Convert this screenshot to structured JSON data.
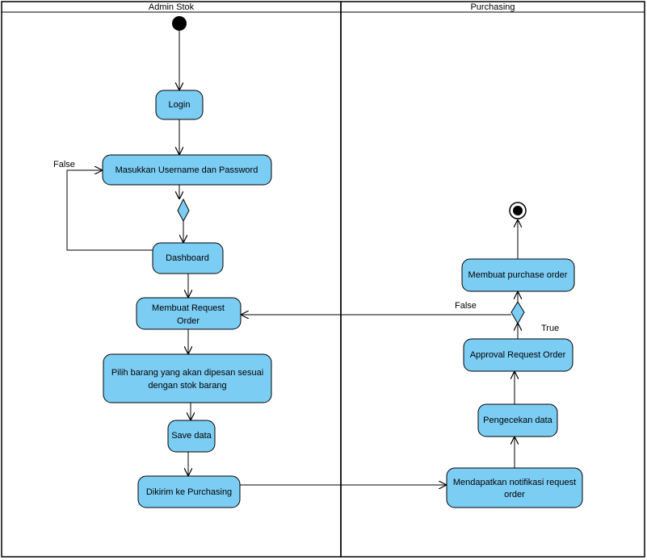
{
  "lanes": [
    {
      "title": "Admin Stok"
    },
    {
      "title": "Purchasing"
    }
  ],
  "nodes": {
    "login": "Login",
    "masukkan": "Masukkan Username dan Password",
    "dashboard": "Dashboard",
    "membuat_request": [
      "Membuat Request",
      "Order"
    ],
    "pilih_barang": [
      "Pilih barang yang akan dipesan sesuai",
      "dengan stok barang"
    ],
    "save_data": "Save data",
    "dikirim": "Dikirim ke Purchasing",
    "mendapatkan": [
      "Mendapatkan notifikasi request",
      "order"
    ],
    "pengecekan": "Pengecekan data",
    "approval": "Approval Request Order",
    "membuat_po": "Membuat purchase order"
  },
  "guards": {
    "left_false": "False",
    "right_false": "False",
    "right_true": "True"
  },
  "colors": {
    "node_fill": "#7ccdf4",
    "stroke": "#000000"
  }
}
